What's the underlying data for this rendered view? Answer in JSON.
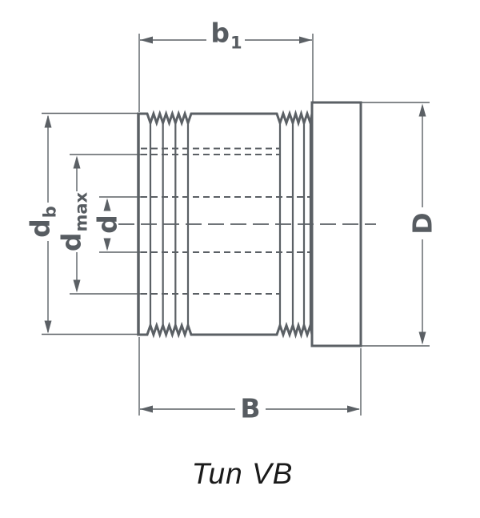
{
  "diagram": {
    "type": "technical-drawing",
    "caption": "Tun VB",
    "dimensions": {
      "b1": {
        "main": "b",
        "sub": "1"
      },
      "db": {
        "main": "d",
        "sub": "b"
      },
      "dmax": {
        "main": "d",
        "sub": "max"
      },
      "d": {
        "main": "d"
      },
      "D": {
        "main": "D"
      },
      "B": {
        "main": "B"
      }
    },
    "colors": {
      "line": "#5b6065",
      "label": "#575c61",
      "caption": "#1a1a1a",
      "background": "#ffffff"
    }
  }
}
